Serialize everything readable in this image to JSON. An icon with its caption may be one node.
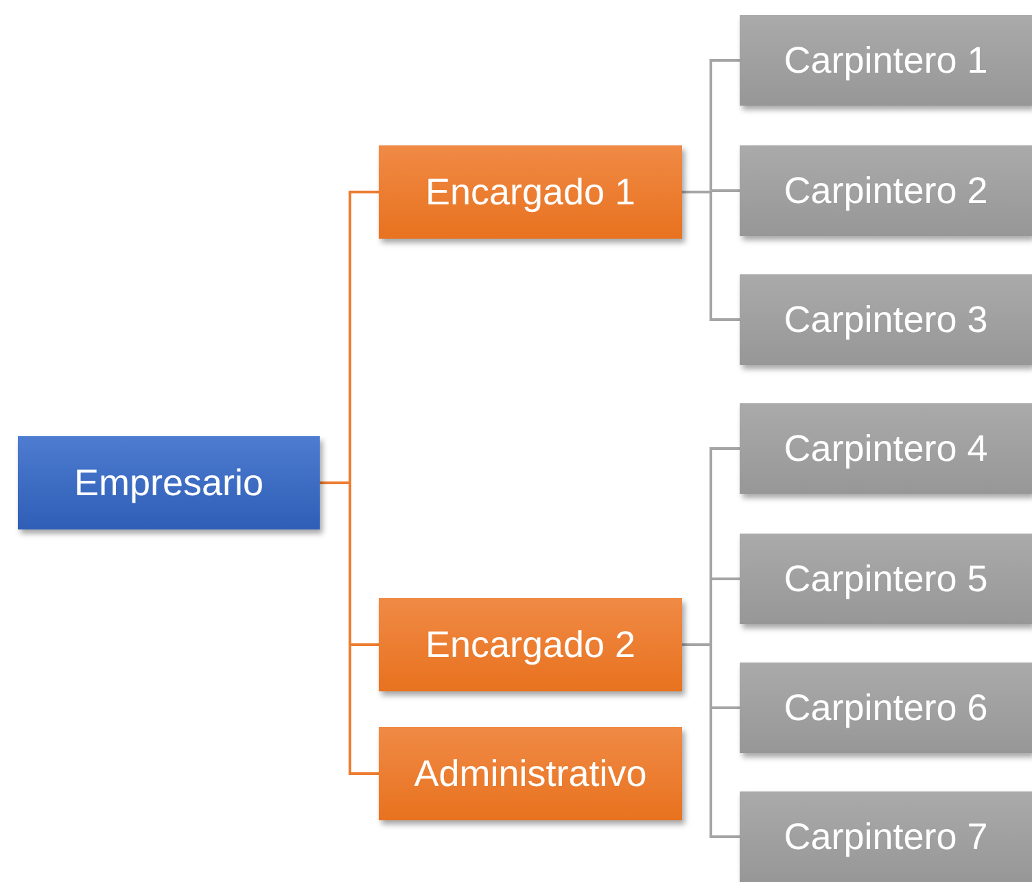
{
  "diagram": {
    "nodes": [
      {
        "text": [
          "Empresario"
        ]
      },
      {
        "text": [
          "Encargado 1"
        ]
      },
      {
        "text": [
          "Encargado 2"
        ]
      },
      {
        "text": [
          "Administrativo"
        ]
      },
      {
        "text": [
          "Carpintero 1"
        ]
      },
      {
        "text": [
          "Carpintero 2"
        ]
      },
      {
        "text": [
          "Carpintero 3"
        ]
      },
      {
        "text": [
          "Carpintero 4"
        ]
      },
      {
        "text": [
          "Carpintero 5"
        ]
      },
      {
        "text": [
          "Carpintero 6"
        ]
      },
      {
        "text": [
          "Carpintero 7"
        ]
      }
    ],
    "edges": [
      {
        "from": 0,
        "to": 1,
        "arrow": "none",
        "color": "#ed7d31"
      },
      {
        "from": 0,
        "to": 2,
        "arrow": "none",
        "color": "#ed7d31"
      },
      {
        "from": 0,
        "to": 3,
        "arrow": "none",
        "color": "#ed7d31"
      },
      {
        "from": 1,
        "to": 4,
        "arrow": "none"
      },
      {
        "from": 1,
        "to": 5,
        "arrow": "none"
      },
      {
        "from": 1,
        "to": 6,
        "arrow": "none"
      },
      {
        "from": 2,
        "to": 7,
        "arrow": "none"
      },
      {
        "from": 2,
        "to": 8,
        "arrow": "none"
      },
      {
        "from": 2,
        "to": 9,
        "arrow": "none"
      },
      {
        "from": 2,
        "to": 10,
        "arrow": "none"
      }
    ]
  }
}
